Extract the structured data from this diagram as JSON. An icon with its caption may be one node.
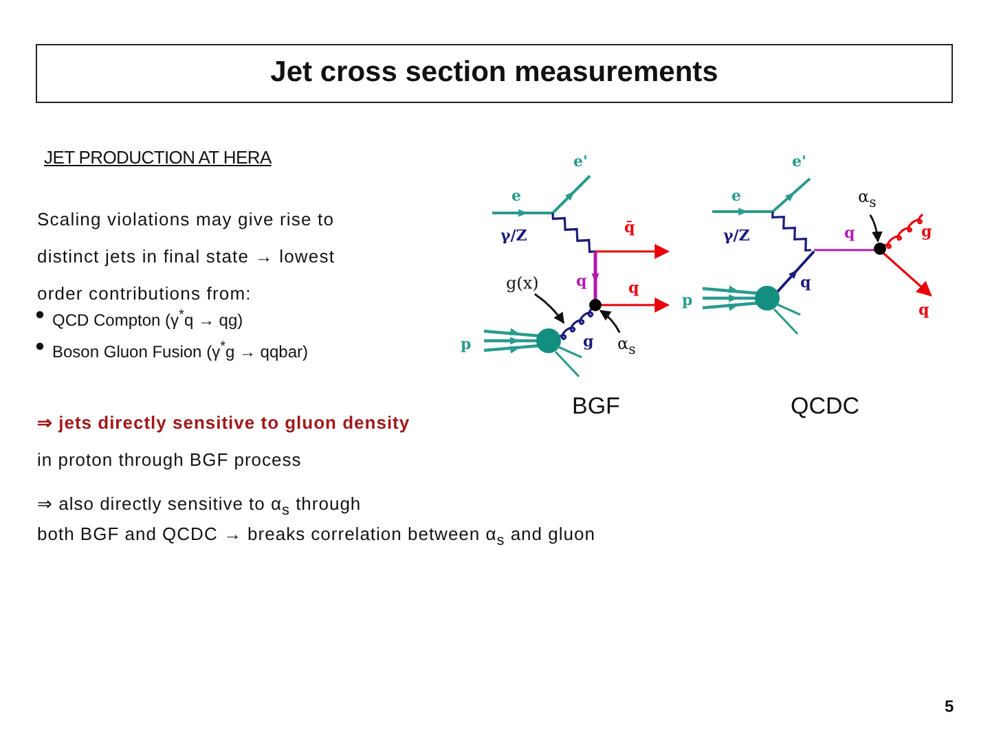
{
  "diagram": {
    "title": "Jet cross section measurements",
    "nodes": [
      {
        "text": [
          "g(x)"
        ]
      },
      {
        "text": [
          "α$_{s}$"
        ]
      },
      {
        "text": [
          "α$_{s}$"
        ]
      },
      {
        "text": [],
        "shape": "circle"
      },
      {
        "text": [],
        "shape": "circle"
      }
    ],
    "edges": [
      {
        "from": 0,
        "to": null,
        "arrow": "to"
      },
      {
        "from": 1,
        "to": 3,
        "arrow": "to"
      },
      {
        "from": 2,
        "to": 4,
        "arrow": "to"
      }
    ],
    "labels": [
      "JET PRODUCTION AT HERA",
      "Scaling violations may give rise to distinct jets in final state → lowest order contributions from:",
      "QCD Compton (γ$^{*}$q → qg)",
      "Boson Gluon Fusion (γ$^{*}$g → qqbar)",
      "⇒ jets directly sensitive to gluon density",
      "in proton through BGF process",
      "⇒ also directly sensitive to α$_{s}$ through",
      "both BGF and QCDC → breaks correlation between α$_{s}$ and gluon",
      "e'",
      "e",
      "γ/Z",
      "q̄",
      "q",
      "q",
      "g",
      "p",
      "BGF",
      "e'",
      "e",
      "γ/Z",
      "q",
      "g",
      "q",
      "q",
      "p",
      "QCDC",
      "5"
    ]
  }
}
